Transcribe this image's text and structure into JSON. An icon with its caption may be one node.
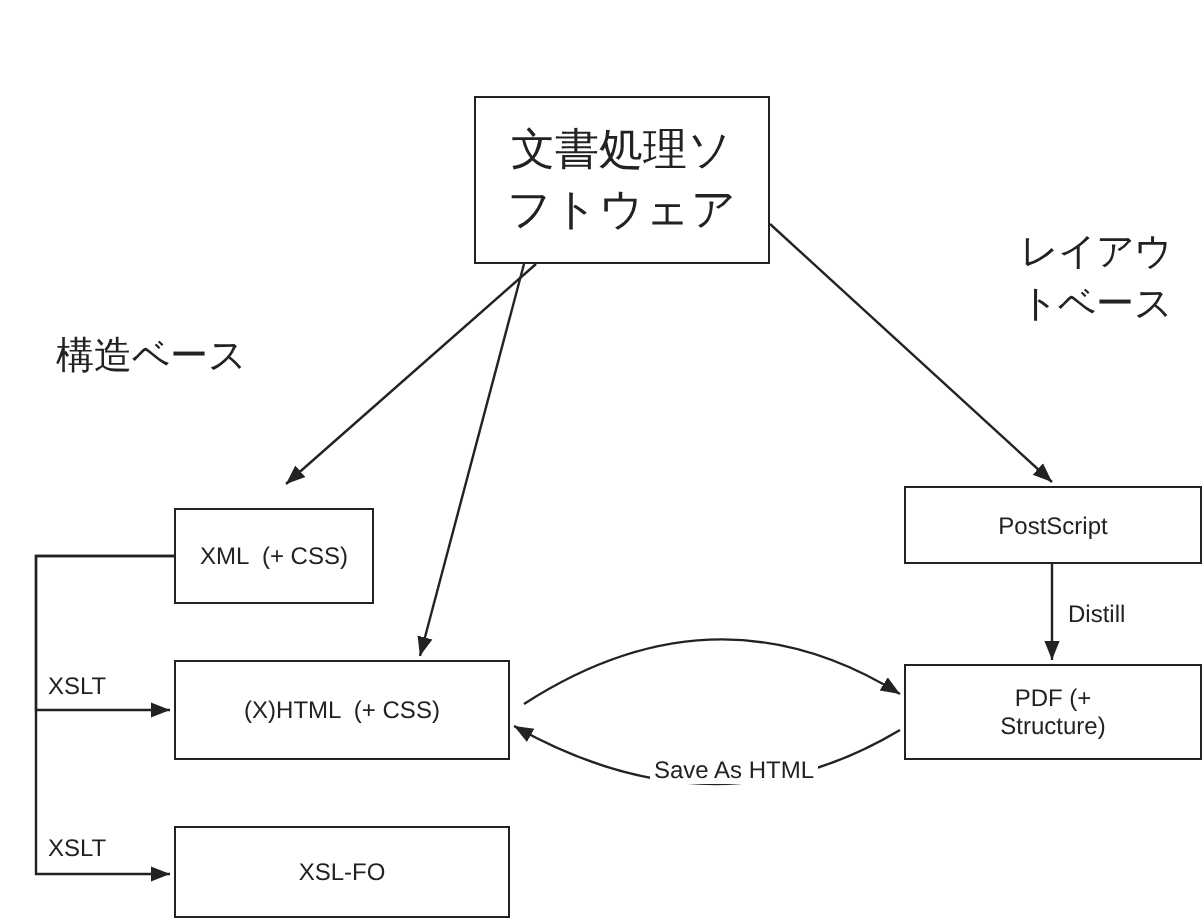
{
  "diagram": {
    "nodes": [
      {
        "text": [
          "文書処理ソフトウェア"
        ]
      },
      {
        "text": [
          "XML  (+ CSS)"
        ]
      },
      {
        "text": [
          "(X)HTML  (+ CSS)"
        ]
      },
      {
        "text": [
          "XSL-FO"
        ]
      },
      {
        "text": [
          "PostScript"
        ]
      },
      {
        "text": [
          "PDF (+ Structure)"
        ]
      }
    ],
    "edges": [
      {
        "from": 0,
        "to": 1,
        "arrow": "to"
      },
      {
        "from": 0,
        "to": 2,
        "arrow": "to"
      },
      {
        "from": 0,
        "to": 4,
        "arrow": "to"
      },
      {
        "from": 4,
        "to": 5,
        "arrow": "to",
        "label": "Distill"
      },
      {
        "from": 2,
        "to": 5,
        "arrow": "to"
      },
      {
        "from": 5,
        "to": 2,
        "arrow": "to",
        "label": "Save As HTML"
      },
      {
        "from": 1,
        "to": 2,
        "arrow": "to",
        "label": "XSLT"
      },
      {
        "from": 1,
        "to": 3,
        "arrow": "to",
        "label": "XSLT"
      }
    ],
    "labels": [
      "構造ベース",
      "レイアウトベース"
    ]
  }
}
